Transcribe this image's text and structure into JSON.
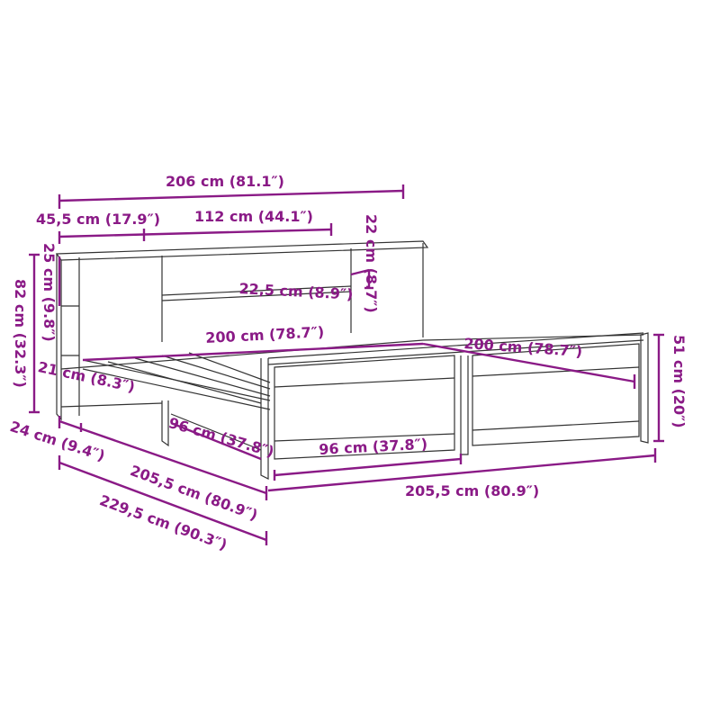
{
  "diagram": {
    "title": "Bed frame with bookcase headboard — dimensions",
    "accent_color": "#8a1a86",
    "line_color": "#333333",
    "labels": {
      "total_width": "206 cm (81.1″)",
      "side_shelf_width": "45,5 cm (17.9″)",
      "top_shelf_width": "112 cm (44.1″)",
      "top_shelf_height": "22 cm (8.7″)",
      "shelf_depth": "22,5 cm (8.9″)",
      "upper_compartment_height": "25 cm (9.8″)",
      "total_height": "82 cm (32.3″)",
      "side_shelf_depth": "21 cm (8.3″)",
      "mattress_length_top": "200 cm (78.7″)",
      "mattress_length_right": "200 cm (78.7″)",
      "footboard_height": "51 cm (20″)",
      "headboard_depth": "24 cm (9.4″)",
      "mattress_width_side": "96 cm (37.8″)",
      "mattress_width_front": "96 cm (37.8″)",
      "frame_length_side": "205,5 cm (80.9″)",
      "frame_length_front": "205,5 cm (80.9″)",
      "total_length": "229,5 cm (90.3″)"
    }
  }
}
